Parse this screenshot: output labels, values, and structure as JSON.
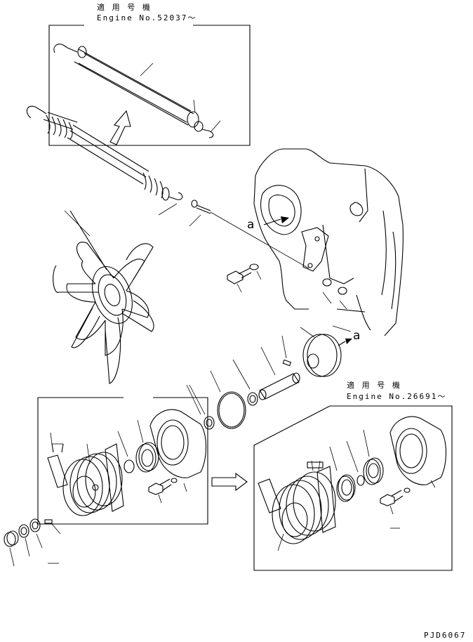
{
  "top_inset": {
    "applicability_label": "適 用 号 機",
    "engine_number": "Engine No.52037～"
  },
  "right_inset": {
    "applicability_label": "適 用 号 機",
    "engine_number": "Engine No.26691～"
  },
  "view_markers": [
    "a",
    "a"
  ],
  "drawing_code": "PJD6067"
}
